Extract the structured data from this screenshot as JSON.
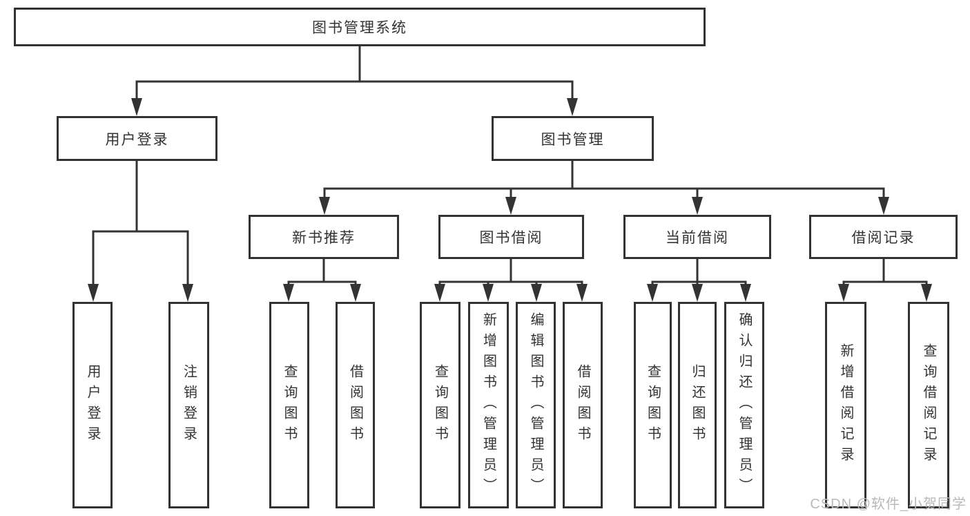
{
  "tree": {
    "root": "图书管理系统",
    "branches": [
      {
        "label": "用户登录",
        "children": [
          "用户登录",
          "注销登录"
        ]
      },
      {
        "label": "图书管理",
        "sections": [
          {
            "label": "新书推荐",
            "children": [
              "查询图书",
              "借阅图书"
            ]
          },
          {
            "label": "图书借阅",
            "children": [
              "查询图书",
              "新增图书（管理员）",
              "编辑图书（管理员）",
              "借阅图书"
            ]
          },
          {
            "label": "当前借阅",
            "children": [
              "查询图书",
              "归还图书",
              "确认归还（管理员）"
            ]
          },
          {
            "label": "借阅记录",
            "children": [
              "新增借阅记录",
              "查询借阅记录"
            ]
          }
        ]
      }
    ]
  },
  "watermark": {
    "text": "CSDN @软件_小贺同学"
  },
  "colors": {
    "line": "#333333",
    "text": "#333333",
    "box_background": "#ffffff",
    "watermark": "#b9b9b9",
    "background": "#ffffff"
  }
}
